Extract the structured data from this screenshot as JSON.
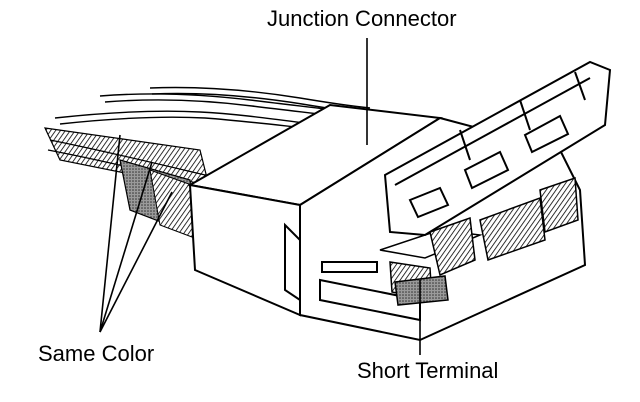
{
  "labels": {
    "junction_connector": "Junction Connector",
    "same_color": "Same Color",
    "short_terminal": "Short Terminal"
  },
  "colors": {
    "ink": "#000000",
    "paper": "#ffffff",
    "wire_shade": "#6b6b6b"
  }
}
